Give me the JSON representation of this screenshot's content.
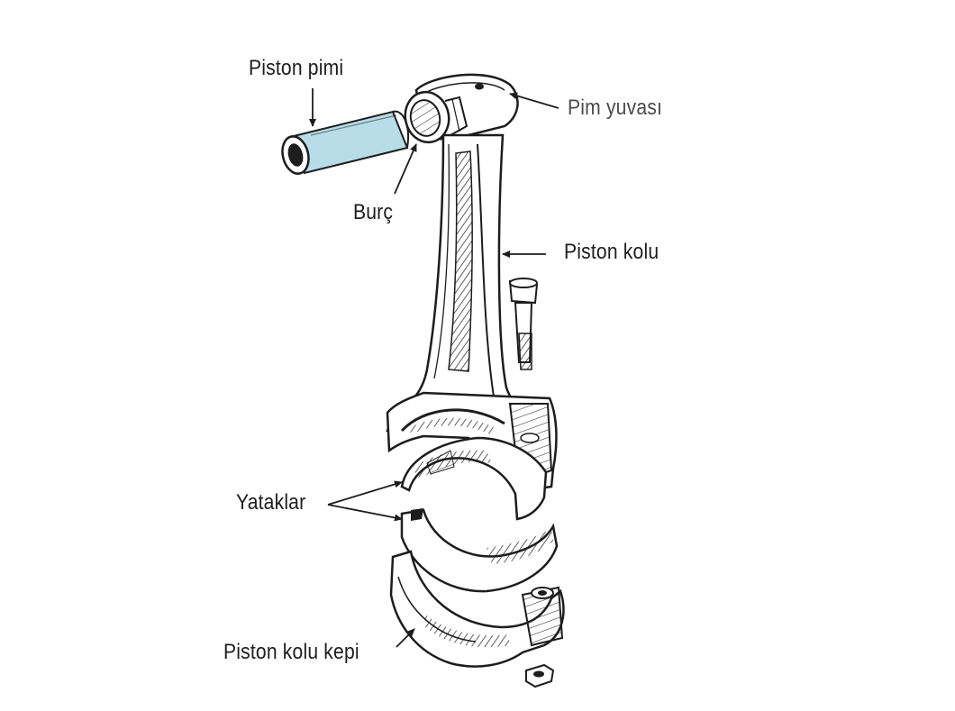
{
  "labels": {
    "piston_pin": "Piston pimi",
    "pin_boss": "Pim yuvası",
    "bushing": "Burç",
    "connecting_rod": "Piston kolu",
    "bearings": "Yataklar",
    "rod_cap": "Piston kolu kepi"
  },
  "colors": {
    "ink": "#1d1d1d",
    "pin_fill": "#b7dde8",
    "paper": "#ffffff"
  }
}
